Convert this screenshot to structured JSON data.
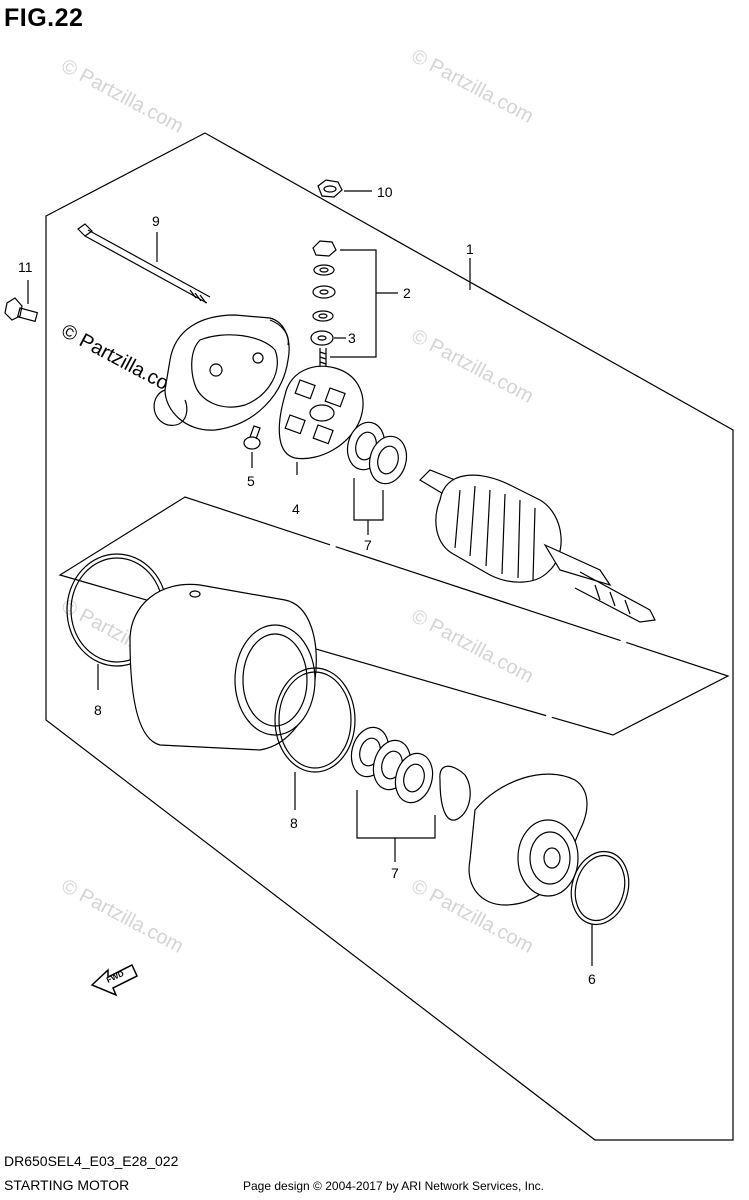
{
  "figure": {
    "title": "FIG.22"
  },
  "callouts": {
    "c1": "1",
    "c2": "2",
    "c3": "3",
    "c4": "4",
    "c5": "5",
    "c6": "6",
    "c7a": "7",
    "c7b": "7",
    "c8a": "8",
    "c8b": "8",
    "c9": "9",
    "c10": "10",
    "c11": "11"
  },
  "direction_badge": "FWD",
  "watermark": {
    "text": "© Partzilla.com"
  },
  "footer": {
    "code": "DR650SEL4_E03_E28_022",
    "section": "STARTING MOTOR",
    "copyright": "Page design © 2004-2017 by ARI Network Services, Inc."
  }
}
